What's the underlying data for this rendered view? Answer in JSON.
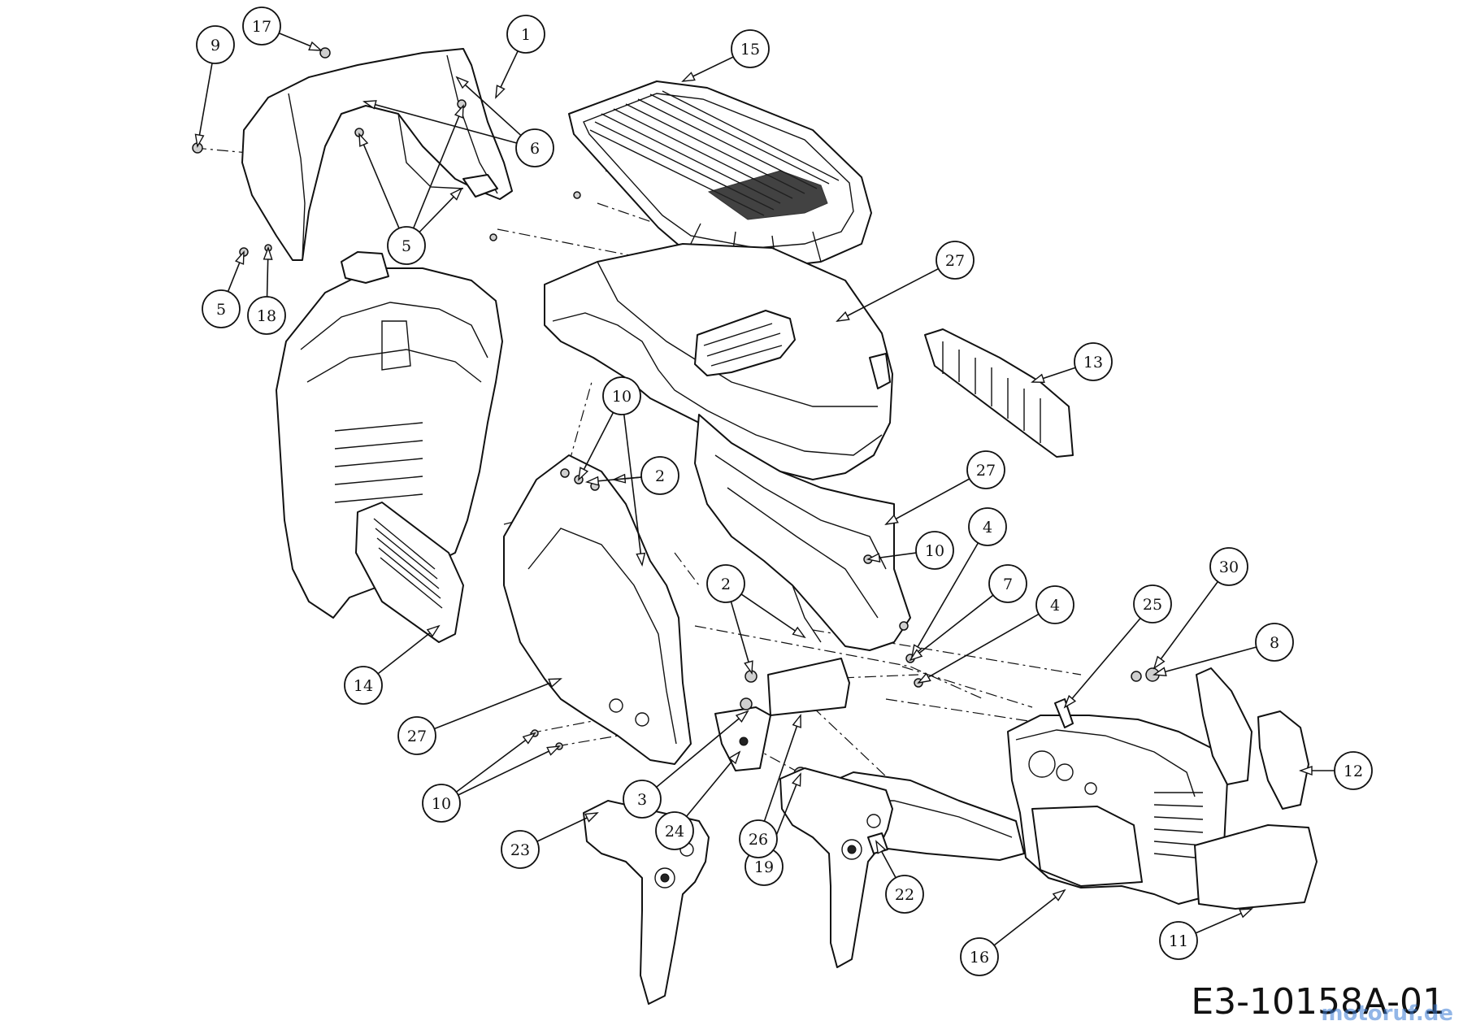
{
  "callouts": [
    {
      "label": "1"
    },
    {
      "label": "2"
    },
    {
      "label": "2"
    },
    {
      "label": "3"
    },
    {
      "label": "4"
    },
    {
      "label": "4"
    },
    {
      "label": "5"
    },
    {
      "label": "5"
    },
    {
      "label": "6"
    },
    {
      "label": "7"
    },
    {
      "label": "8"
    },
    {
      "label": "9"
    },
    {
      "label": "10"
    },
    {
      "label": "10"
    },
    {
      "label": "10"
    },
    {
      "label": "11"
    },
    {
      "label": "12"
    },
    {
      "label": "13"
    },
    {
      "label": "14"
    },
    {
      "label": "15"
    },
    {
      "label": "16"
    },
    {
      "label": "17"
    },
    {
      "label": "18"
    },
    {
      "label": "19"
    },
    {
      "label": "22"
    },
    {
      "label": "23"
    },
    {
      "label": "24"
    },
    {
      "label": "25"
    },
    {
      "label": "26"
    },
    {
      "label": "27"
    },
    {
      "label": "27"
    },
    {
      "label": "27"
    },
    {
      "label": "30"
    }
  ],
  "drawing_code": "E3-10158A-01",
  "watermark": "motoruf.de",
  "colors": {
    "line": "#111111",
    "background": "#ffffff",
    "watermark": "#3a7bd5"
  }
}
